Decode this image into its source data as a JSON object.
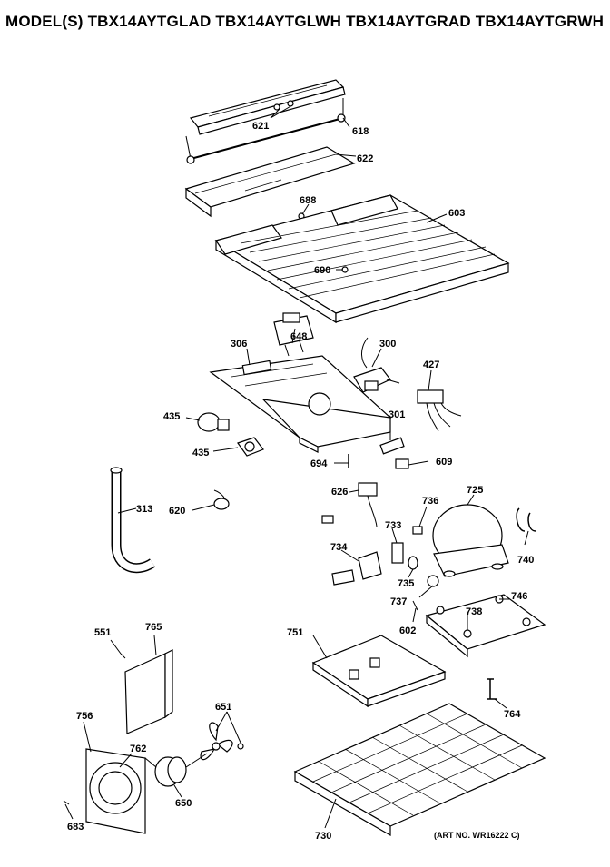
{
  "title": "MODEL(S) TBX14AYTGLAD  TBX14AYTGLWH  TBX14AYTGRAD  TBX14AYTGRWH",
  "art_number": "(ART NO. WR16222 C)",
  "parts": {
    "p621": "621",
    "p618": "618",
    "p622": "622",
    "p688": "688",
    "p603": "603",
    "p690": "690",
    "p648": "648",
    "p306": "306",
    "p300": "300",
    "p427": "427",
    "p435a": "435",
    "p435b": "435",
    "p301": "301",
    "p694": "694",
    "p609": "609",
    "p313": "313",
    "p620": "620",
    "p626": "626",
    "p736": "736",
    "p725": "725",
    "p733": "733",
    "p734": "734",
    "p735": "735",
    "p740": "740",
    "p737": "737",
    "p746": "746",
    "p738": "738",
    "p602": "602",
    "p551": "551",
    "p765": "765",
    "p751": "751",
    "p651": "651",
    "p764": "764",
    "p756": "756",
    "p762": "762",
    "p650": "650",
    "p683": "683",
    "p730": "730"
  }
}
